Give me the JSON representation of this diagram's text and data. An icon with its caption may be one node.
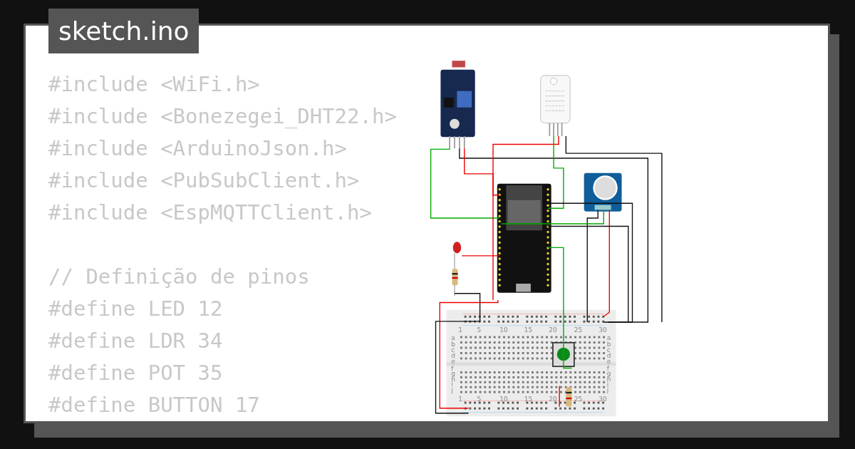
{
  "diagram": {
    "title": "sketch.ino",
    "labels": [
      "#include <WiFi.h>",
      "#include <Bonezegei_DHT22.h>",
      "#include <ArduinoJson.h>",
      "#include <PubSubClient.h>",
      "#include <EspMQTTClient.h>",
      "// Definição de pinos",
      "#define LED 12",
      "#define LDR 34",
      "#define POT 35",
      "#define BUTTON 17",
      "1",
      "5",
      "10",
      "15",
      "20",
      "25",
      "30",
      "a",
      "a",
      "b",
      "b",
      "c",
      "c",
      "d",
      "d",
      "e",
      "e",
      "f",
      "f",
      "g",
      "g",
      "h",
      "h",
      "i",
      "i",
      "j",
      "j",
      "1",
      "5",
      "10",
      "15",
      "20",
      "25",
      "30"
    ]
  }
}
